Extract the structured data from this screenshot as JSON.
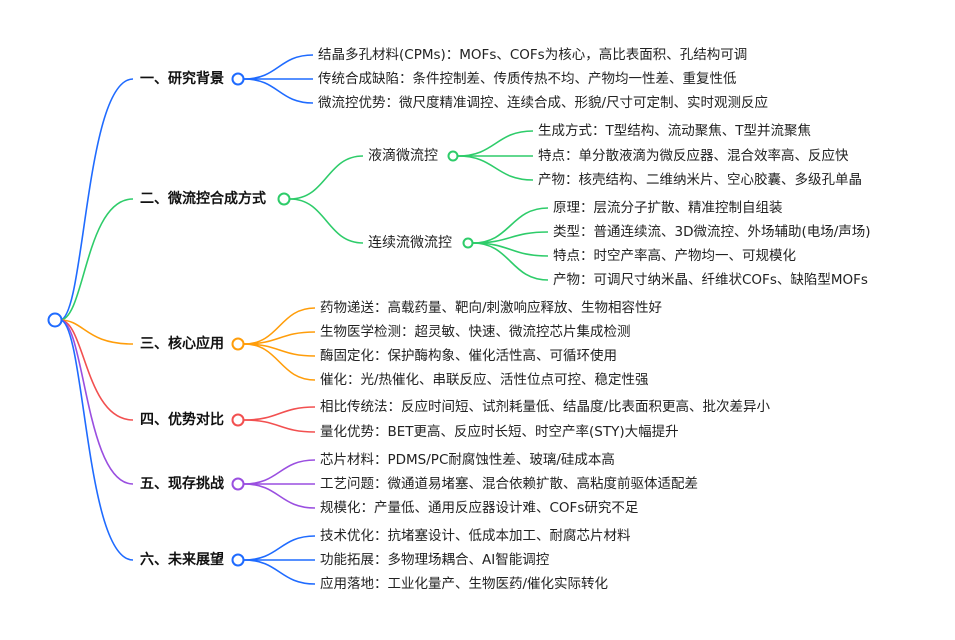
{
  "mindmap": {
    "colors": {
      "blue": "#1f6bff",
      "green": "#2ecc6a",
      "orange": "#ff9d0a",
      "red": "#f25050",
      "purple": "#9a4fe0"
    },
    "branches": [
      {
        "label": "一、研究背景",
        "color": "#1f6bff",
        "children": [
          {
            "label": "结晶多孔材料(CPMs)：MOFs、COFs为核心，高比表面积、孔结构可调"
          },
          {
            "label": "传统合成缺陷：条件控制差、传质传热不均、产物均一性差、重复性低"
          },
          {
            "label": "微流控优势：微尺度精准调控、连续合成、形貌/尺寸可定制、实时观测反应"
          }
        ]
      },
      {
        "label": "二、微流控合成方式",
        "color": "#2ecc6a",
        "children": [
          {
            "label": "液滴微流控",
            "children": [
              {
                "label": "生成方式：T型结构、流动聚焦、T型并流聚焦"
              },
              {
                "label": "特点：单分散液滴为微反应器、混合效率高、反应快"
              },
              {
                "label": "产物：核壳结构、二维纳米片、空心胶囊、多级孔单晶"
              }
            ]
          },
          {
            "label": "连续流微流控",
            "children": [
              {
                "label": "原理：层流分子扩散、精准控制自组装"
              },
              {
                "label": "类型：普通连续流、3D微流控、外场辅助(电场/声场)"
              },
              {
                "label": "特点：时空产率高、产物均一、可规模化"
              },
              {
                "label": "产物：可调尺寸纳米晶、纤维状COFs、缺陷型MOFs"
              }
            ]
          }
        ]
      },
      {
        "label": "三、核心应用",
        "color": "#ff9d0a",
        "children": [
          {
            "label": "药物递送：高载药量、靶向/刺激响应释放、生物相容性好"
          },
          {
            "label": "生物医学检测：超灵敏、快速、微流控芯片集成检测"
          },
          {
            "label": "酶固定化：保护酶构象、催化活性高、可循环使用"
          },
          {
            "label": "催化：光/热催化、串联反应、活性位点可控、稳定性强"
          }
        ]
      },
      {
        "label": "四、优势对比",
        "color": "#f25050",
        "children": [
          {
            "label": "相比传统法：反应时间短、试剂耗量低、结晶度/比表面积更高、批次差异小"
          },
          {
            "label": "量化优势：BET更高、反应时长短、时空产率(STY)大幅提升"
          }
        ]
      },
      {
        "label": "五、现存挑战",
        "color": "#9a4fe0",
        "children": [
          {
            "label": "芯片材料：PDMS/PC耐腐蚀性差、玻璃/硅成本高"
          },
          {
            "label": "工艺问题：微通道易堵塞、混合依赖扩散、高粘度前驱体适配差"
          },
          {
            "label": "规模化：产量低、通用反应器设计难、COFs研究不足"
          }
        ]
      },
      {
        "label": "六、未来展望",
        "color": "#1f6bff",
        "children": [
          {
            "label": "技术优化：抗堵塞设计、低成本加工、耐腐芯片材料"
          },
          {
            "label": "功能拓展：多物理场耦合、AI智能调控"
          },
          {
            "label": "应用落地：工业化量产、生物医药/催化实际转化"
          }
        ]
      }
    ]
  }
}
